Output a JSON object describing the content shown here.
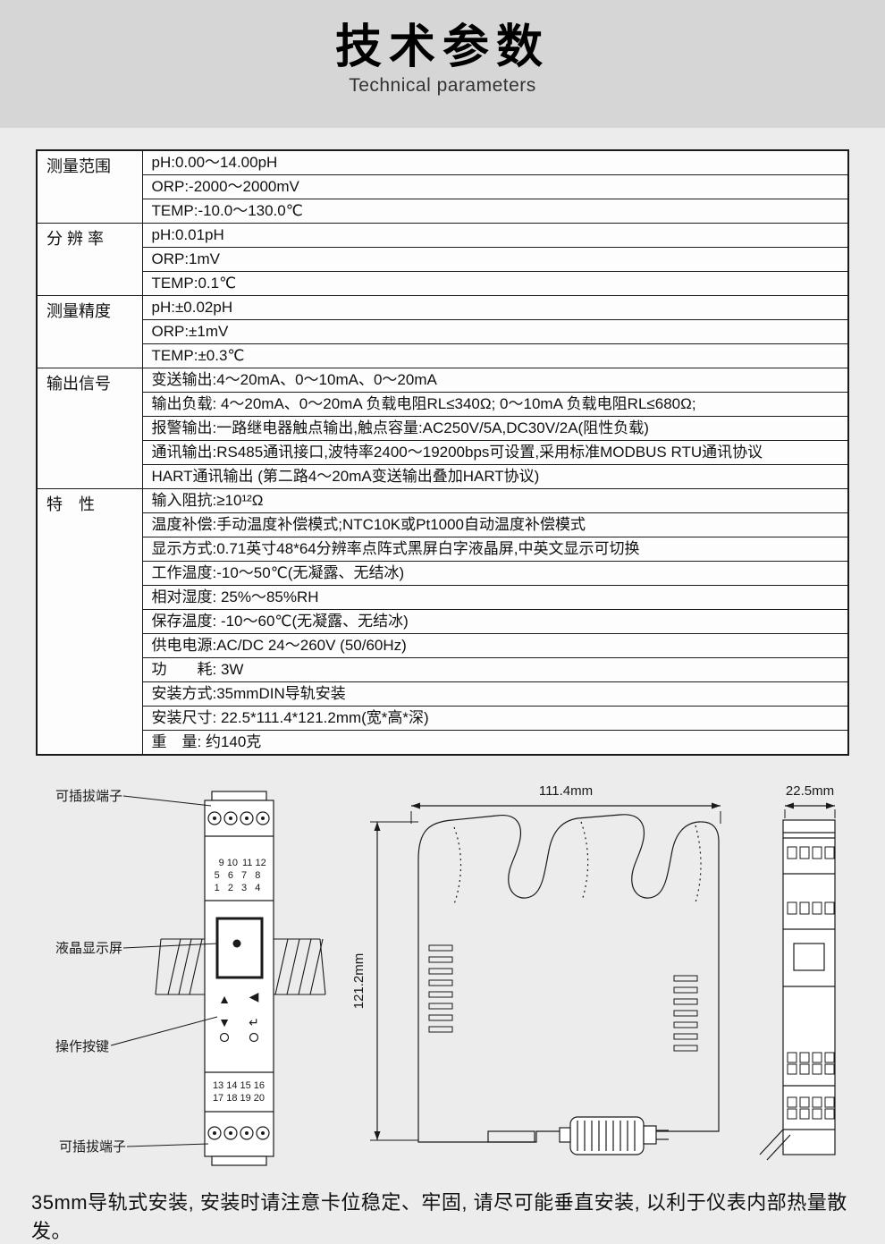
{
  "header": {
    "title": "技术参数",
    "subtitle": "Technical parameters"
  },
  "spec_table": {
    "rows": [
      {
        "label": "测量范围",
        "lines": [
          "pH:0.00～14.00pH",
          "ORP:-2000～2000mV",
          "TEMP:-10.0～130.0℃"
        ]
      },
      {
        "label": "分 辨 率",
        "lines": [
          "pH:0.01pH",
          "ORP:1mV",
          "TEMP:0.1℃"
        ]
      },
      {
        "label": "测量精度",
        "lines": [
          "pH:±0.02pH",
          "ORP:±1mV",
          "TEMP:±0.3℃"
        ]
      },
      {
        "label": "输出信号",
        "lines": [
          "变送输出:4～20mA、0～10mA、0～20mA",
          "输出负载: 4～20mA、0～20mA 负载电阻RL≤340Ω;  0～10mA 负载电阻RL≤680Ω;",
          "报警输出:一路继电器触点输出,触点容量:AC250V/5A,DC30V/2A(阻性负载)",
          "通讯输出:RS485通讯接口,波特率2400～19200bps可设置,采用标准MODBUS RTU通讯协议",
          "HART通讯输出 (第二路4～20mA变送输出叠加HART协议)"
        ]
      },
      {
        "label": "特　性",
        "lines": [
          "输入阻抗:≥10¹²Ω",
          "温度补偿:手动温度补偿模式;NTC10K或Pt1000自动温度补偿模式",
          "显示方式:0.71英寸48*64分辨率点阵式黑屏白字液晶屏,中英文显示可切换",
          "工作温度:-10～50℃(无凝露、无结冰)",
          "相对湿度: 25%～85%RH",
          "保存温度: -10～60℃(无凝露、无结冰)",
          "供电电源:AC/DC 24～260V (50/60Hz)",
          "功　　耗: 3W",
          "安装方式:35mmDIN导轨安装",
          "安装尺寸: 22.5*111.4*121.2mm(宽*高*深)",
          "重　量: 约140克"
        ]
      }
    ]
  },
  "diagram": {
    "callouts": {
      "top_terminal": "可插拔端子",
      "lcd": "液晶显示屏",
      "buttons": "操作按键",
      "bottom_terminal": "可插拔端子"
    },
    "front_view": {
      "top_row1_red": "9 10",
      "top_row1_black": "11 12",
      "top_row2": "5 6 7 8",
      "top_row3": "1 2 3 4",
      "bottom_row1": "13 14 15 16",
      "bottom_row2": "17 18 19 20",
      "btn_up": "▲",
      "btn_left": "◀",
      "btn_down": "▼",
      "btn_enter": "↵"
    },
    "dimensions": {
      "width": "111.4mm",
      "height": "121.2mm",
      "depth": "22.5mm"
    }
  },
  "footer": {
    "note": "35mm导轨式安装, 安装时请注意卡位稳定、牢固, 请尽可能垂直安装, 以利于仪表内部热量散发。"
  },
  "colors": {
    "banner_bg": "#d6d6d6",
    "page_bg": "#ececec",
    "terminal_number_red": "#c8231e",
    "line_color": "#1a1a1a"
  }
}
